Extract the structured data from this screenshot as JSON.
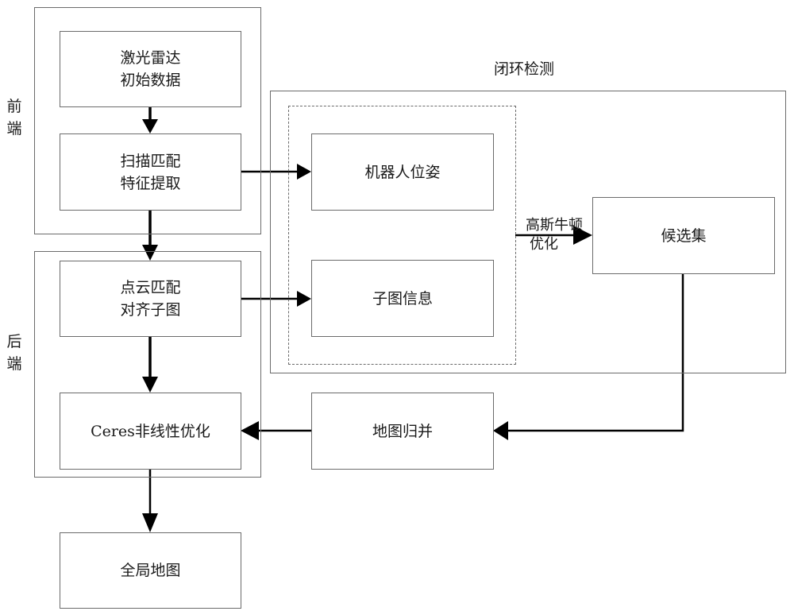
{
  "groups": {
    "frontend": {
      "label_chars": [
        "前",
        "端"
      ]
    },
    "backend": {
      "label_chars": [
        "后",
        "端"
      ]
    },
    "loop_closure": {
      "label": "闭环检测"
    }
  },
  "nodes": {
    "lidar_data": {
      "lines": [
        "激光雷达",
        "初始数据"
      ]
    },
    "scan_match": {
      "lines": [
        "扫描匹配",
        "特征提取"
      ]
    },
    "point_cloud_match": {
      "lines": [
        "点云匹配",
        "对齐子图"
      ]
    },
    "ceres_opt": {
      "lines": [
        "Ceres非线性优化"
      ]
    },
    "global_map": {
      "lines": [
        "全局地图"
      ]
    },
    "robot_pose": {
      "lines": [
        "机器人位姿"
      ]
    },
    "submap_info": {
      "lines": [
        "子图信息"
      ]
    },
    "candidate_set": {
      "lines": [
        "候选集"
      ]
    },
    "map_merge": {
      "lines": [
        "地图归并"
      ]
    }
  },
  "edges": [
    {
      "from": "lidar_data",
      "to": "scan_match",
      "label": ""
    },
    {
      "from": "scan_match",
      "to": "point_cloud_match",
      "label": ""
    },
    {
      "from": "scan_match",
      "to": "robot_pose",
      "label": ""
    },
    {
      "from": "point_cloud_match",
      "to": "submap_info",
      "label": ""
    },
    {
      "from": "point_cloud_match",
      "to": "ceres_opt",
      "label": ""
    },
    {
      "from": "dashed_group",
      "to": "candidate_set",
      "label": "高斯牛顿优化",
      "label_lines": [
        "高斯牛顿",
        "优化"
      ]
    },
    {
      "from": "candidate_set",
      "to": "map_merge",
      "label": ""
    },
    {
      "from": "map_merge",
      "to": "ceres_opt",
      "label": ""
    },
    {
      "from": "ceres_opt",
      "to": "global_map",
      "label": ""
    }
  ],
  "colors": {
    "box_border": "#6b6b6b",
    "arrow": "#000000",
    "text": "#1a1a1a"
  }
}
